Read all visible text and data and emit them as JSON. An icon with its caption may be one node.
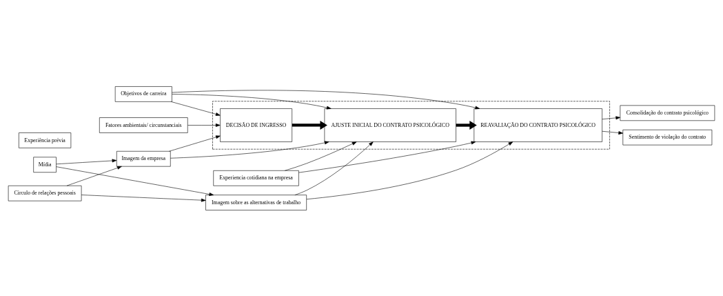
{
  "diagram": {
    "nodes": [
      {
        "text": [
          "Fatores ambientais/ circunstanciais"
        ]
      },
      {
        "text": [
          "Objetivos de carreira"
        ]
      },
      {
        "text": [
          "Experiencia cotidiana na empresa"
        ]
      },
      {
        "text": [
          "Consolidação do contrato psicológico"
        ]
      },
      {
        "text": [
          "Circulo de relações pessoais"
        ]
      },
      {
        "text": [],
        "shape": "box"
      },
      {
        "text": [
          "DECISÃO DE INGRESSO"
        ],
        "in": 5
      },
      {
        "text": [
          "AJUSTE INICIAL DO CONTRATO PSICOLÓGICO"
        ],
        "in": 5
      },
      {
        "text": [
          "REAVALIAÇÃO DO CONTRATO PSICOLÓGICO"
        ],
        "in": 5
      },
      {
        "text": [
          "Sentimento de violação do contrato"
        ]
      },
      {
        "text": [
          "Experiência prévia"
        ]
      },
      {
        "text": [
          "Imagem da empresa"
        ]
      },
      {
        "text": [
          "Imagem sobre as alternativas de trabalho"
        ]
      },
      {
        "text": [
          "Mídia"
        ]
      }
    ],
    "edges": [
      {
        "from": 0,
        "to": 6,
        "arrow": "to"
      },
      {
        "from": 1,
        "to": 6,
        "arrow": "to"
      },
      {
        "from": 1,
        "to": 7,
        "arrow": "to"
      },
      {
        "from": 1,
        "to": 8,
        "arrow": "to"
      },
      {
        "from": 2,
        "to": 7,
        "arrow": "to"
      },
      {
        "from": 2,
        "to": 8,
        "arrow": "to"
      },
      {
        "from": 6,
        "to": 7,
        "arrow": "to",
        "style": "thick"
      },
      {
        "from": 7,
        "to": 8,
        "arrow": "to",
        "style": "thick"
      },
      {
        "from": 8,
        "to": 3,
        "arrow": "to"
      },
      {
        "from": 8,
        "to": 9,
        "arrow": "to"
      },
      {
        "from": 11,
        "to": 6,
        "arrow": "to"
      },
      {
        "from": 11,
        "to": 7,
        "arrow": "to"
      },
      {
        "from": 12,
        "to": 7,
        "arrow": "to"
      },
      {
        "from": 12,
        "to": 8,
        "arrow": "to"
      },
      {
        "from": 4,
        "to": 11,
        "arrow": "to"
      },
      {
        "from": 4,
        "to": 12,
        "arrow": "to"
      },
      {
        "from": 13,
        "to": 11,
        "arrow": "to"
      },
      {
        "from": 13,
        "to": 12,
        "arrow": "to"
      }
    ]
  }
}
